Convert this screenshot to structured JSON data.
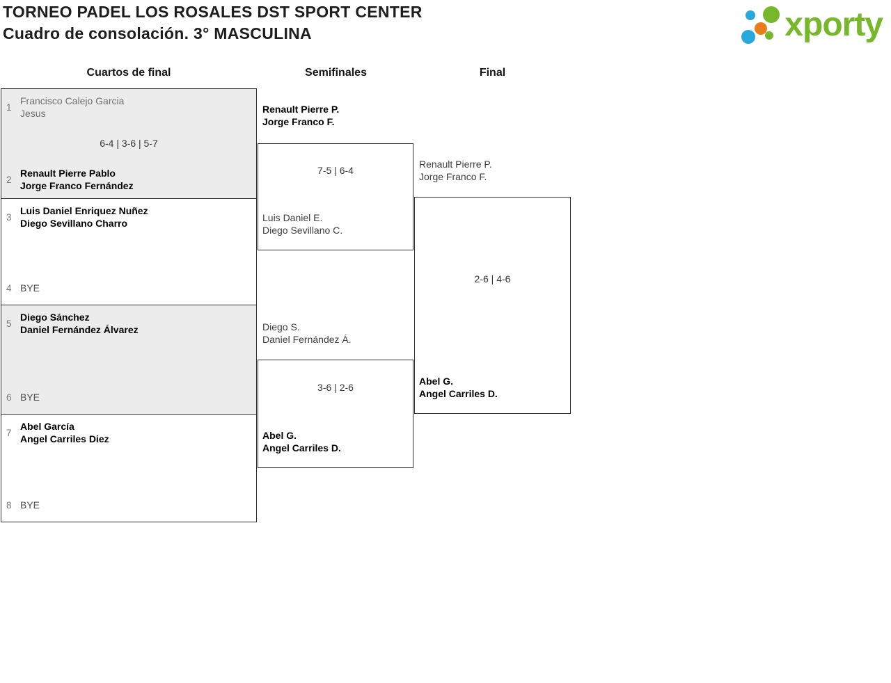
{
  "header": {
    "title_line1": "TORNEO PADEL LOS ROSALES DST SPORT CENTER",
    "title_line2": "Cuadro de consolación. 3° MASCULINA"
  },
  "logo": {
    "text": "xporty",
    "colors": {
      "green": "#76b82a",
      "blue": "#29a8dd",
      "orange": "#e87d1a"
    }
  },
  "rounds": {
    "quarterfinals_label": "Cuartos de final",
    "semifinals_label": "Semifinales",
    "final_label": "Final"
  },
  "bracket": {
    "quarterfinals": [
      {
        "seed1": "1",
        "team1": {
          "line1": "Francisco Calejo Garcia",
          "line2": "Jesus",
          "result": "eliminated"
        },
        "score": "6-4 | 3-6 | 5-7",
        "seed2": "2",
        "team2": {
          "line1": "Renault Pierre Pablo",
          "line2": "Jorge Franco Fernández",
          "result": "winner"
        }
      },
      {
        "seed1": "3",
        "team1": {
          "line1": "Luis Daniel Enriquez Nuñez",
          "line2": "Diego Sevillano Charro",
          "result": "winner"
        },
        "score": "",
        "seed2": "4",
        "team2": {
          "line1": "BYE",
          "result": "bye"
        }
      },
      {
        "seed1": "5",
        "team1": {
          "line1": "Diego Sánchez",
          "line2": "Daniel Fernández Álvarez",
          "result": "winner"
        },
        "score": "",
        "seed2": "6",
        "team2": {
          "line1": "BYE",
          "result": "bye"
        }
      },
      {
        "seed1": "7",
        "team1": {
          "line1": "Abel García",
          "line2": "Angel Carriles Diez",
          "result": "winner"
        },
        "score": "",
        "seed2": "8",
        "team2": {
          "line1": "BYE",
          "result": "bye"
        }
      }
    ],
    "semifinals": [
      {
        "team1": {
          "line1": "Renault Pierre P.",
          "line2": "Jorge Franco F.",
          "result": "winner"
        },
        "score": "7-5 | 6-4",
        "team2": {
          "line1": "Luis Daniel E.",
          "line2": "Diego Sevillano C.",
          "result": "defeated"
        }
      },
      {
        "team1": {
          "line1": "Diego S.",
          "line2": "Daniel Fernández Á.",
          "result": "defeated"
        },
        "score": "3-6 | 2-6",
        "team2": {
          "line1": "Abel G.",
          "line2": "Angel Carriles D.",
          "result": "winner"
        }
      }
    ],
    "final": {
      "team1": {
        "line1": "Renault Pierre P.",
        "line2": "Jorge Franco F.",
        "result": "defeated"
      },
      "score": "2-6 | 4-6",
      "team2": {
        "line1": "Abel G.",
        "line2": "Angel Carriles D.",
        "result": "winner"
      }
    }
  }
}
